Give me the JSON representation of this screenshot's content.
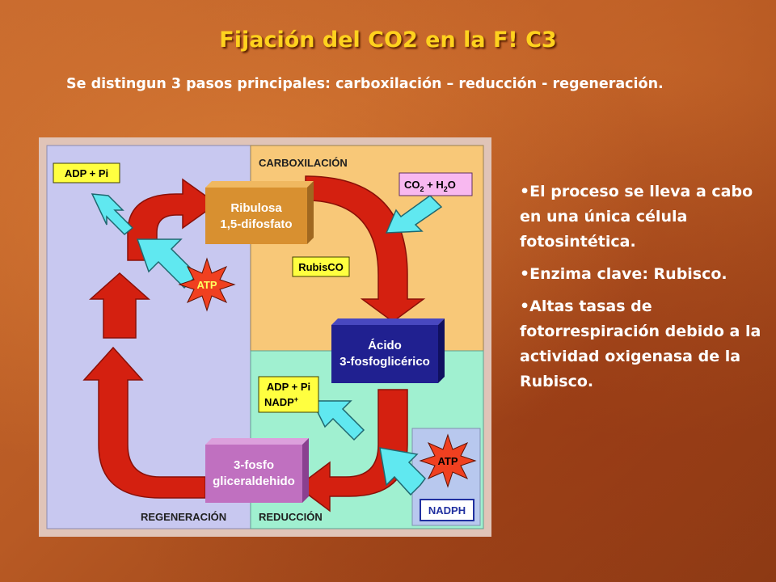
{
  "slide": {
    "title": "Fijación del CO2 en la F! C3",
    "subtitle": "Se distingun 3 pasos principales: carboxilación – reducción - regeneración."
  },
  "diagram": {
    "sections": {
      "regeneracion": "REGENERACIÓN",
      "carboxilacion": "CARBOXILACIÓN",
      "reduccion": "REDUCCIÓN"
    },
    "boxes": {
      "ribulosa_line1": "Ribulosa",
      "ribulosa_line2": "1,5-difosfato",
      "acido_line1": "Ácido",
      "acido_line2": "3-fosfoglicérico",
      "gliceraldehido_line1": "3-fosfo",
      "gliceraldehido_line2": "gliceraldehido"
    },
    "labels": {
      "adp_pi_top": "ADP + Pi",
      "co2_h2o_co": "CO",
      "co2_h2o_sub2": "2",
      "co2_h2o_plus": " + H",
      "co2_h2o_sub2b": "2",
      "co2_h2o_o": "O",
      "rubisco": "RubisCO",
      "adp_pi_mid": "ADP + Pi",
      "nadp": "NADP",
      "nadp_sup": "+",
      "nadph": "NADPH",
      "atp_left": "ATP",
      "atp_right": "ATP"
    },
    "colors": {
      "left_panel": "#c8c8f0",
      "top_panel": "#f8c878",
      "bottom_panel": "#a0f0d0",
      "arrow_red": "#d42010",
      "arrow_cyan": "#60e8f0",
      "box_ribulosa": "#d89030",
      "box_acido": "#202090",
      "box_gliceraldehido": "#c070c0",
      "label_yellow": "#ffff40",
      "label_pink": "#f8b8f0",
      "atp_star": "#f04020"
    }
  },
  "bullets": [
    "•El proceso se lleva a cabo en una única célula fotosintética.",
    "•Enzima clave: Rubisco.",
    "•Altas tasas de fotorrespiración debido a la actividad oxigenasa de la Rubisco."
  ]
}
